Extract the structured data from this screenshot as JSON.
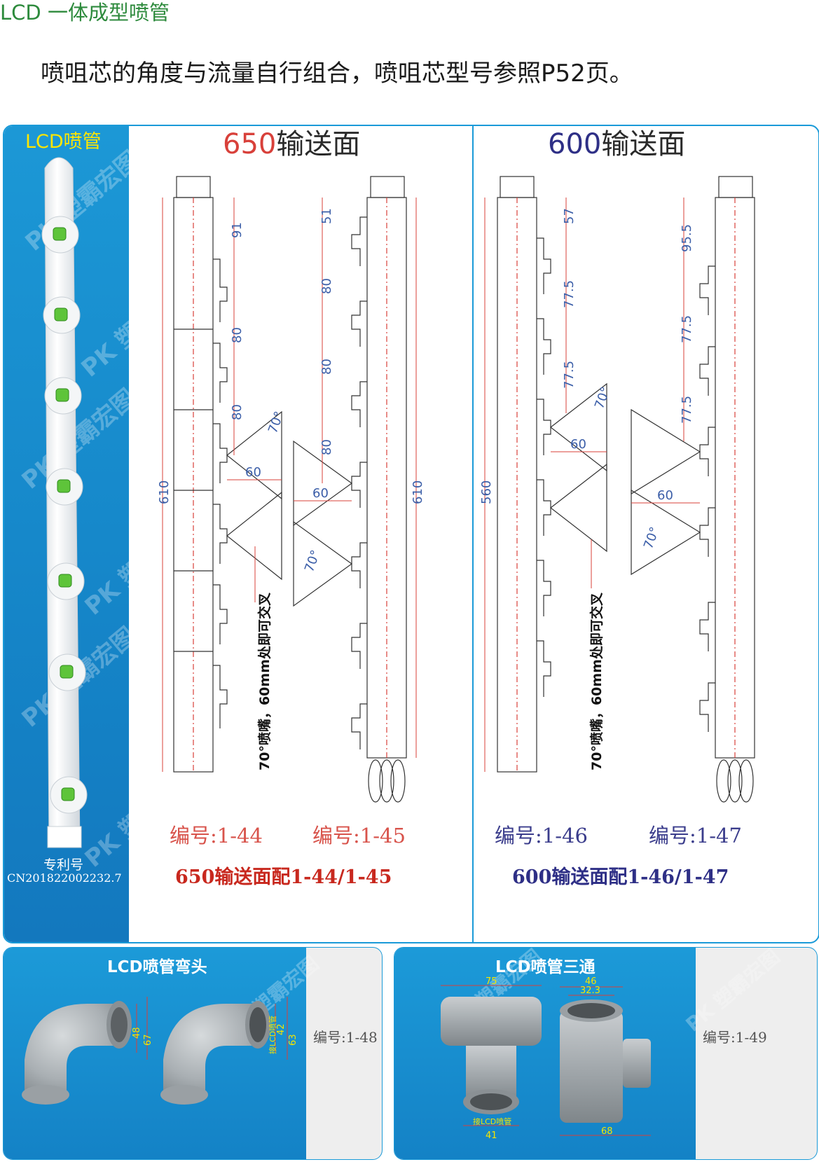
{
  "header": {
    "title": "LCD  一体成型喷管",
    "subtitle": "喷咀芯的角度与流量自行组合，喷咀芯型号参照P52页。"
  },
  "product": {
    "label": "LCD喷管",
    "patent_label": "专利号",
    "patent_no": "CN201822002232.7",
    "watermark": "PK 塑霸宏图"
  },
  "section650": {
    "title_num": "650",
    "title_text": "输送面",
    "code_a": "编号:1-44",
    "code_b": "编号:1-45",
    "match": "650输送面配1-44/1-45",
    "note": "70°喷嘴，60mm处即可交叉",
    "dims_a": [
      "91",
      "80",
      "80",
      "610"
    ],
    "dims_b": [
      "51",
      "80",
      "80",
      "80",
      "610"
    ],
    "angle": "70°",
    "spacing": "60"
  },
  "section600": {
    "title_num": "600",
    "title_text": "输送面",
    "code_a": "编号:1-46",
    "code_b": "编号:1-47",
    "match": "600输送面配1-46/1-47",
    "note": "70°喷嘴，60mm处即可交叉",
    "dims_a": [
      "57",
      "77.5",
      "77.5",
      "560"
    ],
    "dims_b": [
      "95.5",
      "77.5",
      "77.5"
    ],
    "angle": "70°",
    "spacing": "60"
  },
  "elbow": {
    "title": "LCD喷管弯头",
    "code": "编号:1-48",
    "dims": [
      "48",
      "67",
      "42",
      "63"
    ],
    "conn": "接LCD喷管"
  },
  "tee": {
    "title": "LCD喷管三通",
    "code": "编号:1-49",
    "dims": [
      "75",
      "46",
      "32.3",
      "68",
      "41"
    ],
    "conn": "接LCD喷管"
  },
  "colors": {
    "accent_blue": "#1a9ad8",
    "title_green": "#2d8a3c",
    "red": "#d8403a",
    "navy": "#2e2f86"
  }
}
